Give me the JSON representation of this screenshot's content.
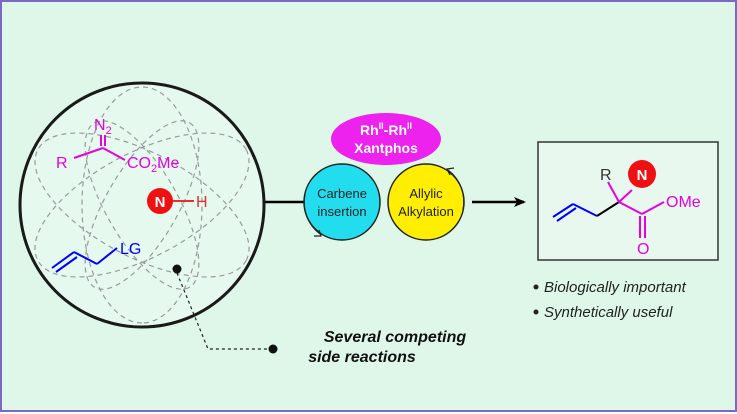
{
  "colors": {
    "background": "#def7e8",
    "frame": "#7c68c6",
    "magenta": "#e600e6",
    "blue": "#0000ff",
    "red_circle": "#ee1111",
    "cyan": "#22ddee",
    "yellow": "#ffee00",
    "product_box": "#e8f8ee"
  },
  "reactants": {
    "diazo_n2": "N",
    "diazo_n2_sub": "2",
    "diazo_r": "R",
    "diazo_co2me_a": "CO",
    "diazo_co2me_sub": "2",
    "diazo_co2me_b": "Me",
    "amine_n": "N",
    "amine_h": "H",
    "allyl_lg": "LG"
  },
  "catalyst": {
    "rh_a": "Rh",
    "rh_sup_a": "II",
    "rh_dash": "-Rh",
    "rh_sup_b": "II",
    "ligand": "Xantphos"
  },
  "cycles": {
    "left_line1": "Carbene",
    "left_line2": "insertion",
    "right_line1": "Allylic",
    "right_line2": "Alkylation"
  },
  "product": {
    "r": "R",
    "n": "N",
    "ome": "OMe",
    "o": "O"
  },
  "bullets": [
    "Biologically important",
    "Synthetically useful"
  ],
  "side_note": {
    "line1": "Several competing",
    "line2": "side reactions"
  }
}
